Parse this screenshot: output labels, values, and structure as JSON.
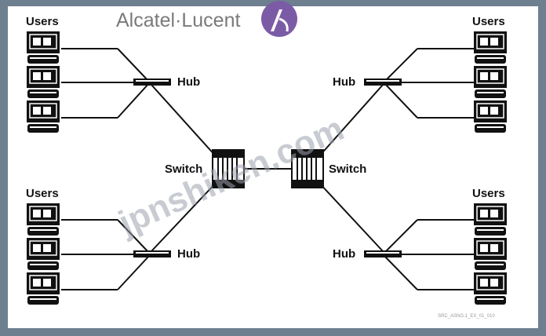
{
  "brand": {
    "name": "Alcatel·Lucent",
    "logo_color": "#7c5ba6"
  },
  "colors": {
    "frame": "#6e7f90",
    "panel": "#ffffff",
    "device": "#111111"
  },
  "groups": {
    "top_left": {
      "users_label": "Users",
      "hub_label": "Hub"
    },
    "bottom_left": {
      "users_label": "Users",
      "hub_label": "Hub"
    },
    "top_right": {
      "users_label": "Users",
      "hub_label": "Hub"
    },
    "bottom_right": {
      "users_label": "Users",
      "hub_label": "Hub"
    }
  },
  "switches": {
    "left": {
      "label": "Switch"
    },
    "right": {
      "label": "Switch"
    }
  },
  "watermark": "jpnshiken.com",
  "figure_code": "SRC_ASNG.1_EX_01_010",
  "icons": [
    "user-computer-icon",
    "hub-icon",
    "switch-icon",
    "alcatel-lucent-logo-icon"
  ]
}
